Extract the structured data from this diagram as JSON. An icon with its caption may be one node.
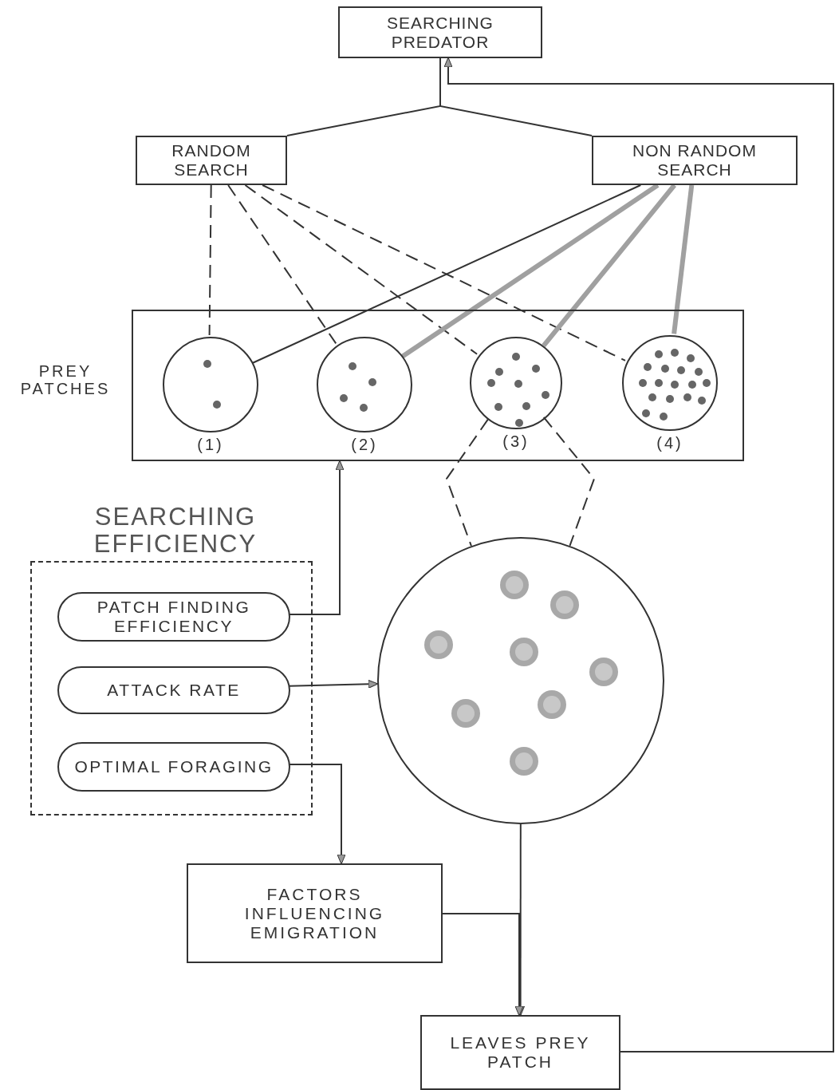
{
  "diagram": {
    "nodes": [
      {
        "text": [
          "SEARCHING PREDATOR"
        ]
      },
      {
        "text": [
          "RANDOM SEARCH"
        ]
      },
      {
        "text": [
          "NON RANDOM SEARCH"
        ]
      },
      {
        "text": [],
        "shape": "box",
        "beside": [
          "PREY PATCHES"
        ]
      },
      {
        "text": [],
        "shape": "circle",
        "in": 3,
        "beside": [
          "(1)"
        ]
      },
      {
        "text": [],
        "shape": "circle",
        "in": 3,
        "beside": [
          "(2)"
        ]
      },
      {
        "text": [],
        "shape": "circle",
        "in": 3,
        "beside": [
          "(3)"
        ]
      },
      {
        "text": [],
        "shape": "circle",
        "in": 3,
        "beside": [
          "(4)"
        ]
      },
      {
        "text": [
          "SEARCHING EFFICIENCY"
        ]
      },
      {
        "text": [
          "PATCH FINDING EFFICIENCY"
        ],
        "in": 8
      },
      {
        "text": [
          "ATTACK RATE"
        ],
        "in": 8
      },
      {
        "text": [
          "OPTIMAL FORAGING"
        ],
        "in": 8
      },
      {
        "text": [],
        "shape": "circle"
      },
      {
        "text": [
          "FACTORS INFLUENCING EMIGRATION"
        ]
      },
      {
        "text": [
          "LEAVES PREY PATCH"
        ]
      }
    ],
    "edges": [
      {
        "from": 0,
        "to": 1,
        "arrow": "none"
      },
      {
        "from": 0,
        "to": 2,
        "arrow": "none"
      },
      {
        "from": 1,
        "to": 4,
        "arrow": "none",
        "style": "dashed"
      },
      {
        "from": 1,
        "to": 5,
        "arrow": "none",
        "style": "dashed"
      },
      {
        "from": 1,
        "to": 6,
        "arrow": "none",
        "style": "dashed"
      },
      {
        "from": 1,
        "to": 7,
        "arrow": "none",
        "style": "dashed"
      },
      {
        "from": 2,
        "to": 4,
        "arrow": "none"
      },
      {
        "from": 2,
        "to": 5,
        "arrow": "none",
        "style": "thick",
        "color": "#a0a0a0"
      },
      {
        "from": 2,
        "to": 6,
        "arrow": "none",
        "style": "thick",
        "color": "#a0a0a0"
      },
      {
        "from": 2,
        "to": 7,
        "arrow": "none",
        "style": "thick",
        "color": "#a0a0a0"
      },
      {
        "from": 6,
        "to": 12,
        "arrow": "none",
        "style": "dashed"
      },
      {
        "from": 6,
        "to": 12,
        "arrow": "none",
        "style": "dashed"
      },
      {
        "from": 9,
        "to": 3,
        "arrow": "to"
      },
      {
        "from": 10,
        "to": 12,
        "arrow": "to"
      },
      {
        "from": 11,
        "to": 13,
        "arrow": "to"
      },
      {
        "from": 12,
        "to": 14,
        "arrow": "to"
      },
      {
        "from": 13,
        "to": 14,
        "arrow": "to"
      },
      {
        "from": 14,
        "to": 0,
        "arrow": "to"
      }
    ]
  }
}
